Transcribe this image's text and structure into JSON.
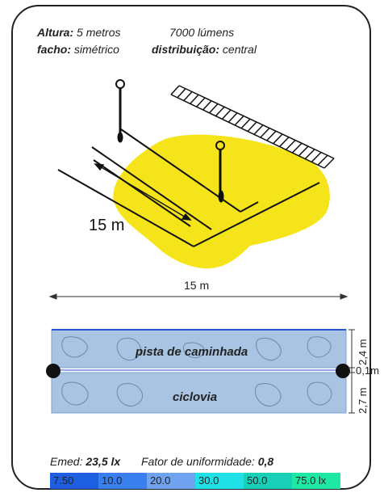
{
  "header": {
    "altura_label": "Altura:",
    "altura_value": "5 metros",
    "lumens": "7000 lúmens",
    "facho_label": "facho:",
    "facho_value": "simétrico",
    "distribuicao_label": "distribuição:",
    "distribuicao_value": "central"
  },
  "scene": {
    "distance_label": "15 m",
    "light_color": "#f6e41a"
  },
  "dimension": {
    "width_label": "15 m"
  },
  "plan": {
    "top_band_label": "pista de caminhada",
    "bottom_band_label": "ciclovia",
    "top_height": "2,4 m",
    "gap_height": "0,1m",
    "bottom_height": "2,7 m",
    "band_color": "#a9c4e2"
  },
  "stats": {
    "emed_label": "Emed:",
    "emed_value": "23,5 lx",
    "uniformity_label": "Fator de uniformidade:",
    "uniformity_value": "0,8"
  },
  "legend": [
    {
      "label": "7.50",
      "color": "#1d5fe0"
    },
    {
      "label": "10.0",
      "color": "#3a7ff0"
    },
    {
      "label": "20.0",
      "color": "#6fa2ef"
    },
    {
      "label": "30.0",
      "color": "#1fe0e6"
    },
    {
      "label": "50.0",
      "color": "#18cfb8"
    },
    {
      "label": "75.0 lx",
      "color": "#1fe8a4"
    }
  ]
}
